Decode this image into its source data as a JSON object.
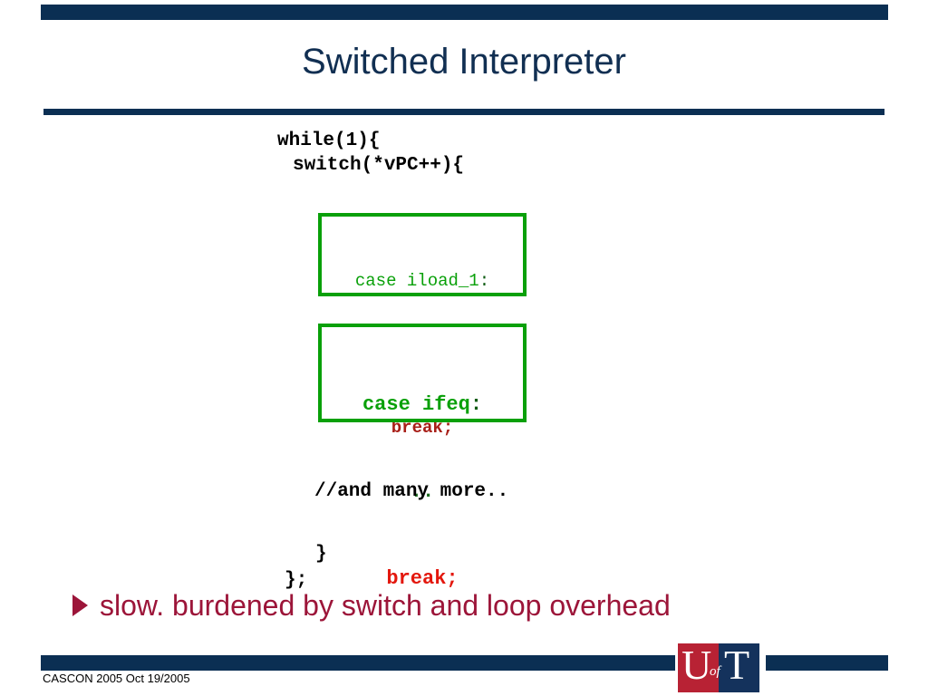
{
  "slide": {
    "title": "Switched Interpreter",
    "accent_navy": "#0b2f53",
    "accent_crimson": "#9c1539",
    "accent_green": "#09a009"
  },
  "code": {
    "while_line": "while(1){",
    "switch_line": "switch(*vPC++){",
    "comment_line": "//and many more..",
    "close_brace": "}",
    "close_brace_semi": "};"
  },
  "case_boxes": [
    {
      "keyword": "case iload_1",
      "colon": ":",
      "body": "..",
      "break": "break;"
    },
    {
      "keyword": "case ifeq",
      "colon": ":",
      "body": "..",
      "break": "break;"
    }
  ],
  "bullet": {
    "text": "slow. burdened by switch and loop overhead",
    "marker": "triangle-bullet-icon"
  },
  "footer": {
    "text": "CASCON 2005 Oct 19/2005",
    "logo": {
      "u": "U",
      "of": "of",
      "t": "T",
      "red": "#b82234",
      "navy": "#14325c"
    }
  }
}
